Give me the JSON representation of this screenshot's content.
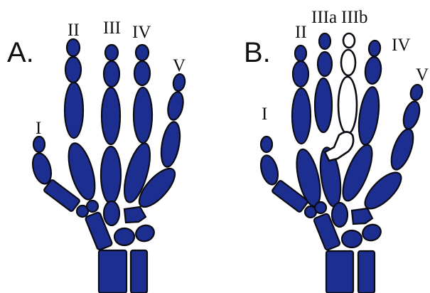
{
  "panels": [
    {
      "letter": "A.",
      "digits": [
        "I",
        "II",
        "III",
        "IV",
        "V"
      ]
    },
    {
      "letter": "B.",
      "digits": [
        "I",
        "II",
        "IIIa",
        "IIIb",
        "IV",
        "V"
      ]
    }
  ],
  "colors": {
    "bone_fill": "#1c2f91",
    "outline": "#0b0b14",
    "extra_digit_fill": "#ffffff"
  }
}
